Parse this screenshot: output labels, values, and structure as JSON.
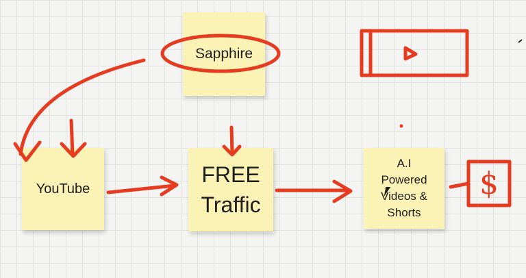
{
  "notes": {
    "sapphire": "Sapphire",
    "youtube": "YouTube",
    "free_line1": "FREE",
    "free_line2": "Traffic",
    "ai_lines": [
      "A.I",
      "Powered",
      "Videos &",
      "Shorts"
    ]
  },
  "annotations": {
    "dollar": "$"
  },
  "ink_color": "#e63b1e",
  "note_color": "#fbf3b5",
  "icons": [
    "play-icon",
    "cursor-icon",
    "dollar-box"
  ]
}
